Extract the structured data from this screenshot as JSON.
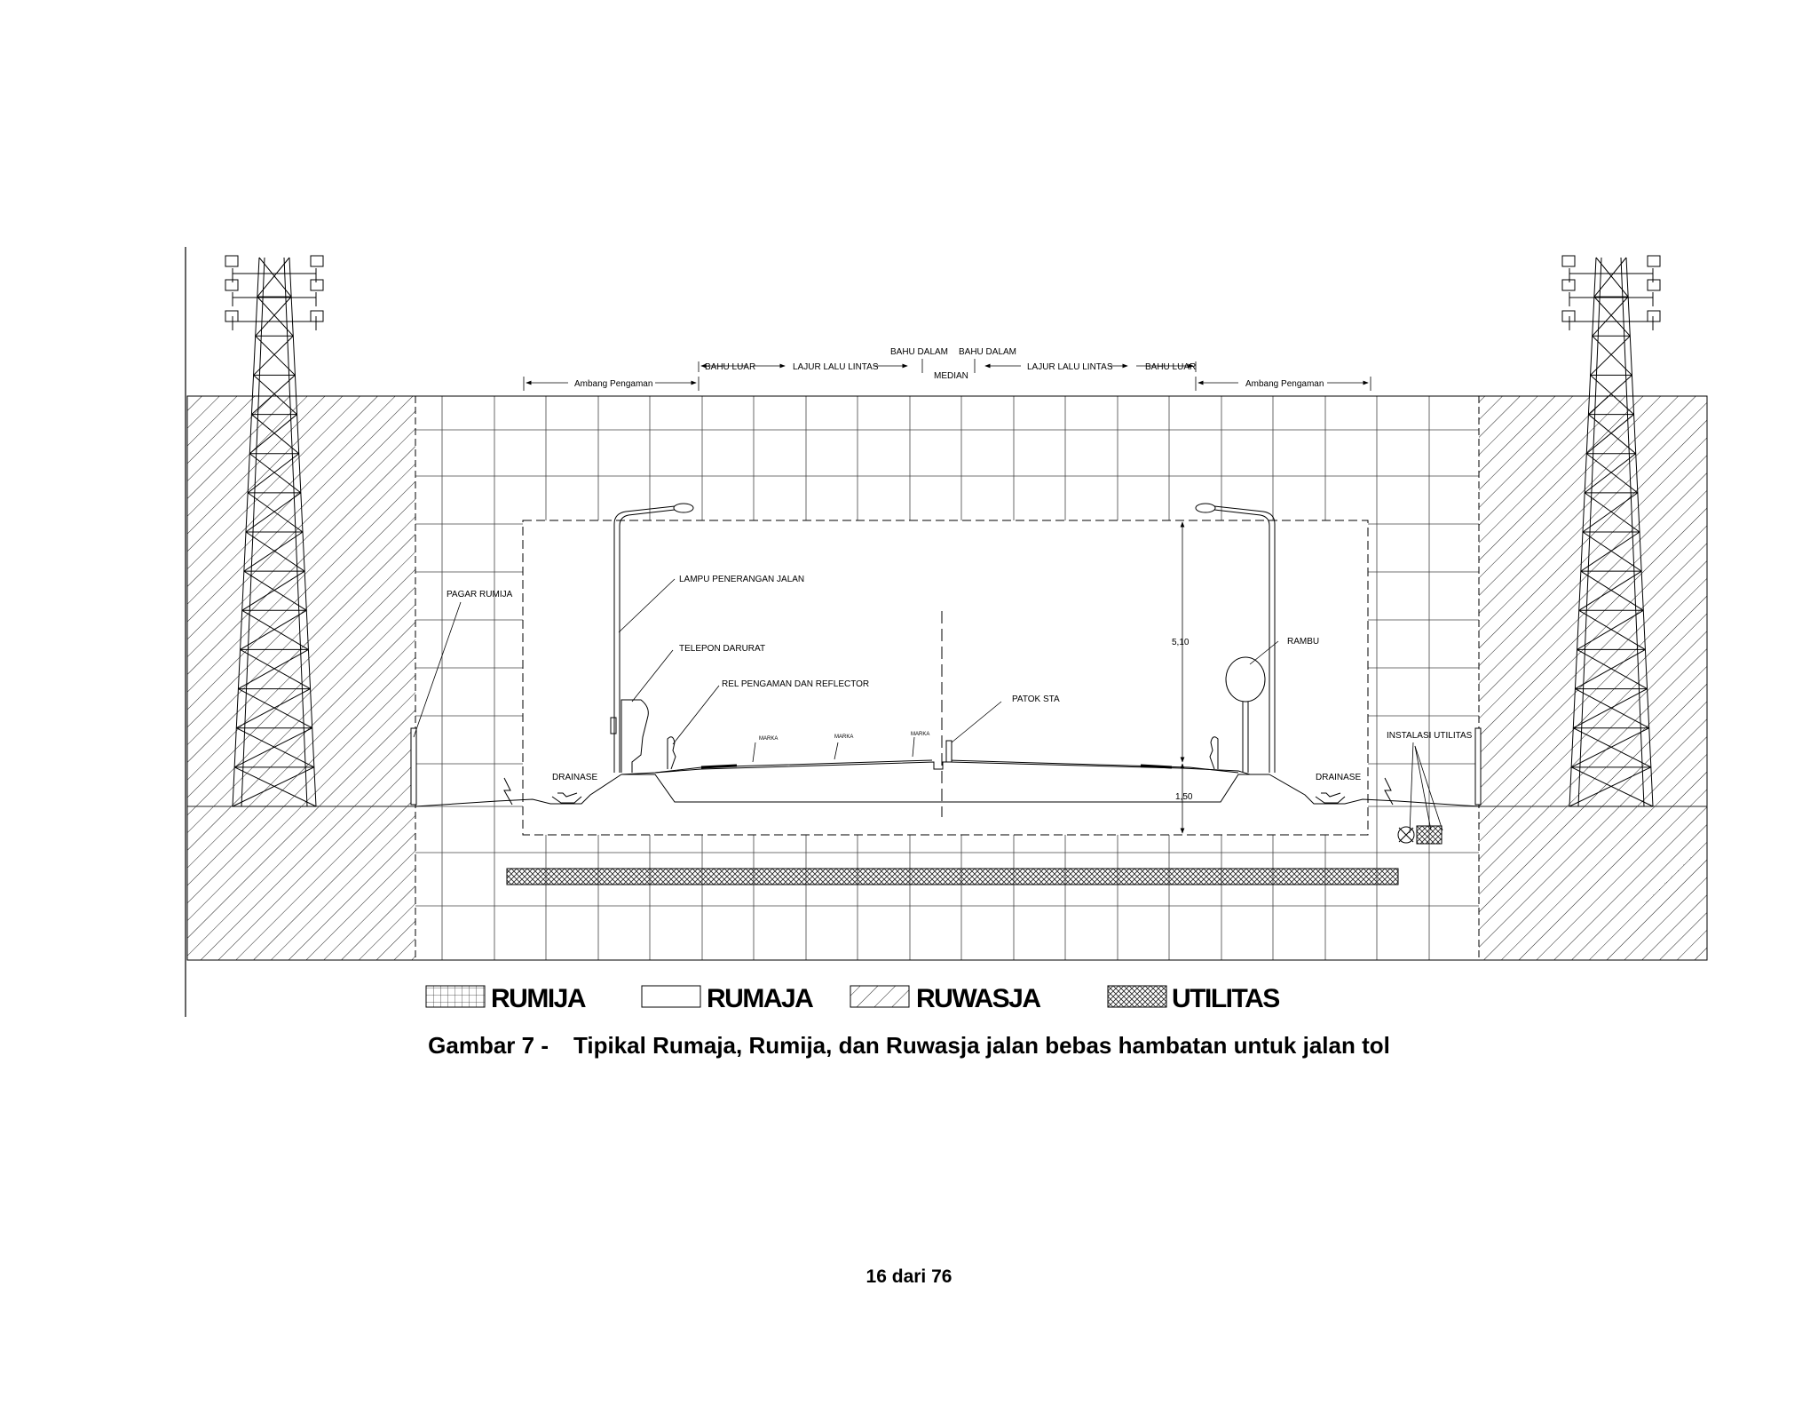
{
  "dimensions": {
    "bahu_luar_left": "BAHU LUAR",
    "lajur_left": "LAJUR LALU LINTAS",
    "bahu_dalam_left": "BAHU DALAM",
    "median": "MEDIAN",
    "bahu_dalam_right": "BAHU DALAM",
    "lajur_right": "LAJUR LALU LINTAS",
    "bahu_luar_right": "BAHU LUAR",
    "ambang_left": "Ambang Pengaman",
    "ambang_right": "Ambang Pengaman",
    "height_clearance": "5,10",
    "depth": "1,50"
  },
  "labels": {
    "pagar_rumija": "PAGAR RUMIJA",
    "lampu": "LAMPU PENERANGAN JALAN",
    "telepon": "TELEPON DARURAT",
    "rel": "REL PENGAMAN DAN REFLECTOR",
    "patok": "PATOK STA",
    "rambu": "RAMBU",
    "instalasi": "INSTALASI UTILITAS",
    "drainase_left": "DRAINASE",
    "drainase_right": "DRAINASE",
    "marka": "MARKA"
  },
  "legend": {
    "rumija": "RUMIJA",
    "rumaja": "RUMAJA",
    "ruwasja": "RUWASJA",
    "utilitas": "UTILITAS"
  },
  "caption": {
    "number": "Gambar 7 -",
    "title": "Tipikal Rumaja, Rumija, dan Ruwasja jalan bebas hambatan untuk jalan tol"
  },
  "footer": {
    "page": "16 dari 76"
  }
}
